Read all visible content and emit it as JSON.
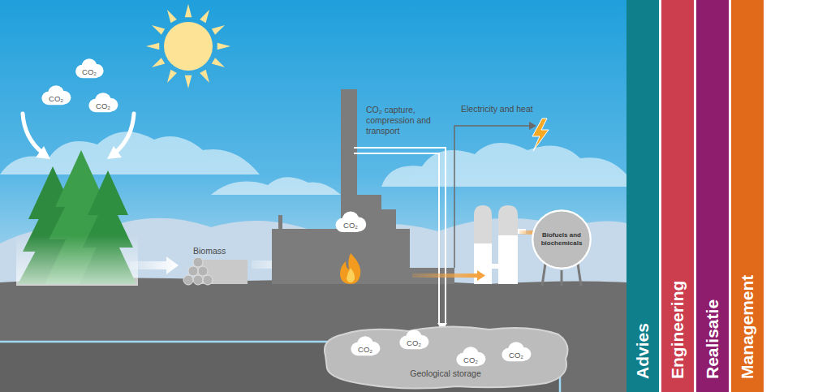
{
  "diagram": {
    "nodes": [
      {
        "text": [
          "CO₂"
        ]
      },
      {
        "text": [
          "CO₂"
        ]
      },
      {
        "text": [
          "CO₂"
        ]
      },
      {
        "text": [
          "CO₂"
        ]
      },
      {
        "text": [
          "Biofuels and biochemicals"
        ]
      },
      {
        "text": [
          "Geological storage"
        ]
      },
      {
        "text": [
          "CO₂"
        ],
        "in": 5
      },
      {
        "text": [
          "CO₂"
        ],
        "in": 5
      },
      {
        "text": [
          "CO₂"
        ],
        "in": 5
      },
      {
        "text": [
          "CO₂"
        ],
        "in": 5
      },
      {
        "text": [
          "Advies"
        ]
      },
      {
        "text": [
          "Engineering"
        ]
      },
      {
        "text": [
          "Realisatie"
        ]
      },
      {
        "text": [
          "Management"
        ]
      }
    ],
    "labels": [
      "Biomass",
      "CO₂ capture, compression and transport",
      "Electricity and heat"
    ]
  }
}
